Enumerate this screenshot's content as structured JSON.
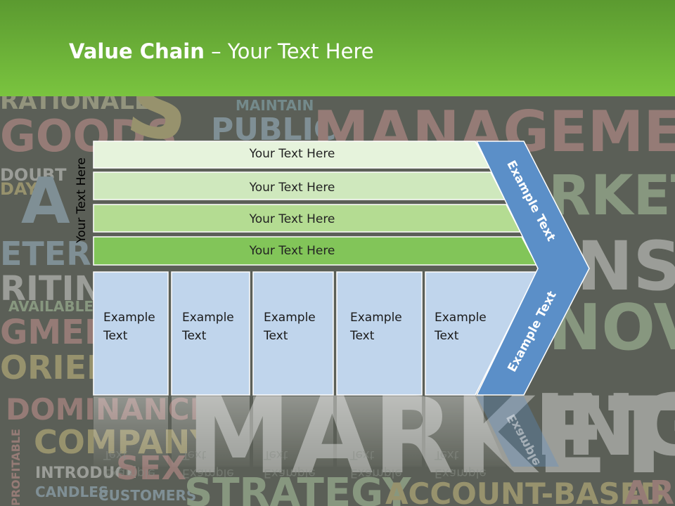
{
  "title": {
    "bold": "Value Chain",
    "rest": " – Your Text Here"
  },
  "rows": [
    "Your Text Here",
    "Your Text Here",
    "Your Text Here",
    "Your Text Here"
  ],
  "vertical_label": "Your Text Here",
  "cells": [
    {
      "line1": "Example",
      "line2": "Text"
    },
    {
      "line1": "Example",
      "line2": "Text"
    },
    {
      "line1": "Example",
      "line2": "Text"
    },
    {
      "line1": "Example",
      "line2": "Text"
    },
    {
      "line1": "Example",
      "line2": "Text"
    }
  ],
  "arrow_upper": "Example Text",
  "arrow_lower": "Example Text",
  "arrow_reflection": "Example",
  "background_words": [
    "RATIONALE",
    "MAINTAIN",
    "GOODS",
    "PUBLIC",
    "MANAGEMENT",
    "DOUBT",
    "DAY",
    "RKET",
    "ETERS",
    "NSU",
    "RITING",
    "AVAILABLE",
    "GMENTA",
    "NOV",
    "ORIENTA",
    "DOMINANCE",
    "ING",
    "COMPANY",
    "PROFITABLE",
    "INTRODUCE",
    "SEX",
    "CANDLES",
    "CUSTOMERS",
    "STRATEGY",
    "ACCOUNT-BASED",
    "AR"
  ],
  "colors": {
    "header_top": "#5b9a30",
    "header_bottom": "#7ac43f",
    "arrow": "#5b8fc8",
    "cell_fill": "#c0d5ec"
  }
}
